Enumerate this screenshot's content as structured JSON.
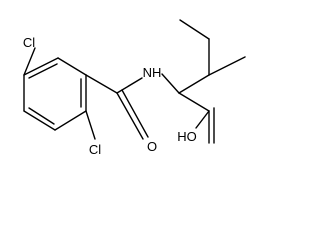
{
  "structure": {
    "atom_labels": {
      "cl_top": "Cl",
      "cl_bottom": "Cl",
      "nh": "NH",
      "o_carbonyl": "O",
      "oh": "HO",
      "oh_suffix": ""
    },
    "colors": {
      "bond": "#000000",
      "label": "#000000",
      "background": "#ffffff"
    }
  }
}
